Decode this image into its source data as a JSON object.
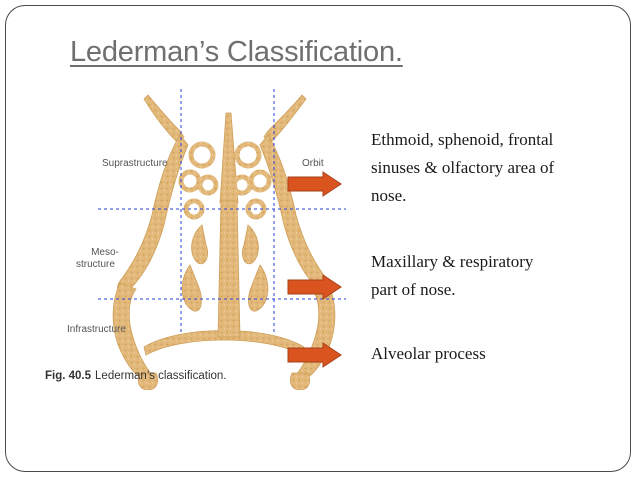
{
  "slide": {
    "title": "Lederman’s Classification."
  },
  "figure": {
    "labels": {
      "suprastructure": "Suprastructure",
      "orbit": "Orbit",
      "mesostructure_line1": "Meso-",
      "mesostructure_line2": "structure",
      "infrastructure": "Infrastructure"
    },
    "caption_number": "Fig. 40.5",
    "caption_text": "Lederman’s classification.",
    "bone_color": "#e2b97a",
    "guide_line_color": "#2a3fd8"
  },
  "regions": [
    {
      "text": "Ethmoid, sphenoid, frontal\nsinuses & olfactory area of\nnose."
    },
    {
      "text": "Maxillary & respiratory\npart of nose."
    },
    {
      "text": "Alveolar process"
    }
  ],
  "arrow_color": "#d9541e"
}
